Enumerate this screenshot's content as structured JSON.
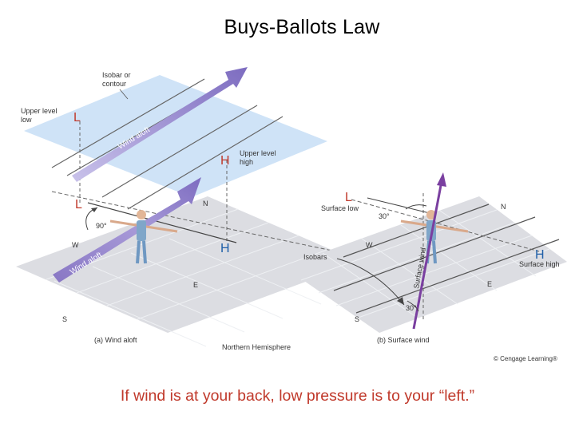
{
  "title": "Buys-Ballots Law",
  "caption": "If wind is at your back, low pressure is to your “left.”",
  "colors": {
    "low": "#c0392b",
    "high": "#1f5fa8",
    "upper_plane": "#cfe3f7",
    "surface_plane": "#dcdde2",
    "wind_arrow": "#8877c4",
    "surface_wind": "#7a3fa0",
    "caption": "#c0392b"
  },
  "panel_a": {
    "isobar_label_1": "Isobar or",
    "isobar_label_2": "contour",
    "upper_low_1": "Upper level",
    "upper_low_2": "low",
    "L_upper": "L",
    "wind_aloft_upper": "Wind aloft",
    "H_upper": "H",
    "upper_high_1": "Upper level",
    "upper_high_2": "high",
    "L_surface": "L",
    "N": "N",
    "angle": "90°",
    "W": "W",
    "H_surface": "H",
    "wind_aloft_surface": "Wind aloft",
    "E": "E",
    "S": "S",
    "sublabel": "(a) Wind aloft"
  },
  "panel_b": {
    "L": "L",
    "surface_low": "Surface low",
    "angle_top": "30°",
    "N": "N",
    "W": "W",
    "isobars": "Isobars",
    "surface_wind": "Surface wind",
    "H": "H",
    "surface_high": "Surface high",
    "E": "E",
    "angle_bottom": "30°",
    "S": "S",
    "sublabel": "(b) Surface wind"
  },
  "hemisphere": "Northern Hemisphere",
  "credit": "© Cengage Learning®"
}
